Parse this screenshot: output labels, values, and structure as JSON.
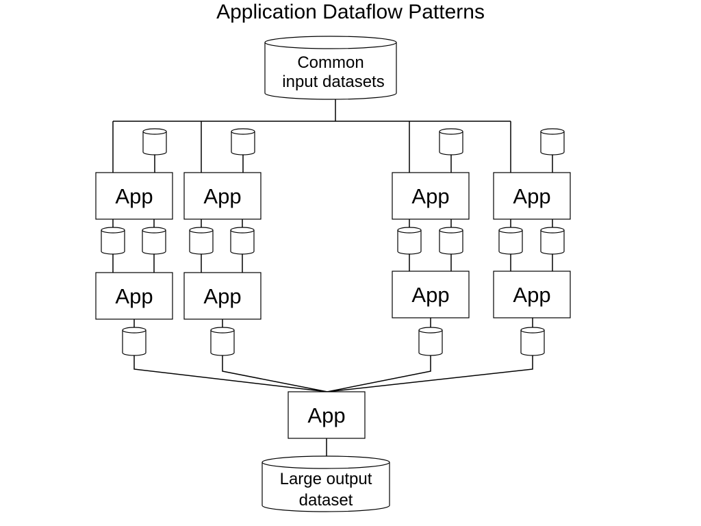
{
  "title": "Application Dataflow Patterns",
  "app_label": "App",
  "input_dataset": {
    "line1": "Common",
    "line2": "input datasets"
  },
  "output_dataset": {
    "line1": "Large output",
    "line2": "dataset"
  },
  "pipelines": 4,
  "stages_per_pipeline": 2
}
